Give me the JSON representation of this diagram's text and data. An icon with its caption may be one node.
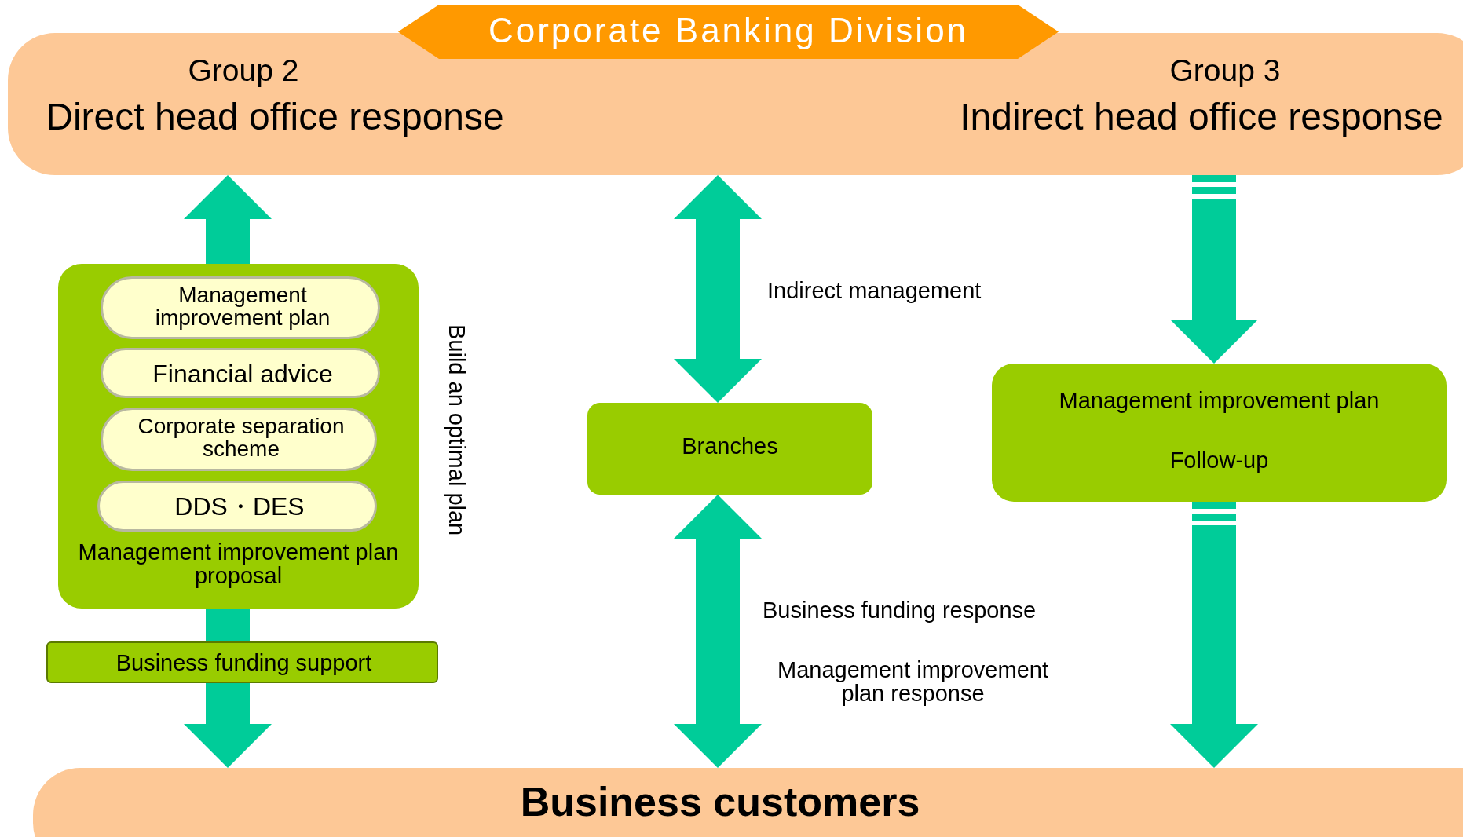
{
  "diagram": {
    "nodes": [
      {
        "text": [
          "Group 2",
          "Direct head office response",
          "Group 3",
          "Indirect head office response"
        ]
      },
      {
        "text": [
          "Corporate Banking Division"
        ]
      },
      {
        "text": [
          "Management improvement plan proposal"
        ]
      },
      {
        "text": [
          "Management improvement plan"
        ],
        "in": 2
      },
      {
        "text": [
          "Financial advice"
        ],
        "in": 2
      },
      {
        "text": [
          "Corporate separation scheme"
        ],
        "in": 2
      },
      {
        "text": [
          "DDS・DES"
        ],
        "in": 2
      },
      {
        "text": [
          "Business funding support"
        ]
      },
      {
        "text": [
          "Branches"
        ]
      },
      {
        "text": [
          "Management improvement plan",
          "Follow-up"
        ]
      },
      {
        "text": [
          "Business customers"
        ]
      }
    ],
    "edges": [
      {
        "from": 2,
        "to": 0,
        "arrow": "to"
      },
      {
        "from": 2,
        "to": 7,
        "arrow": "none"
      },
      {
        "from": 7,
        "to": 10,
        "arrow": "to"
      },
      {
        "from": 0,
        "to": 8,
        "arrow": "both",
        "label": "Indirect management"
      },
      {
        "from": 8,
        "to": 10,
        "arrow": "both",
        "label": "Business funding response"
      },
      {
        "from": 0,
        "to": 9,
        "arrow": "to",
        "style": "dashed"
      },
      {
        "from": 9,
        "to": 10,
        "arrow": "to",
        "style": "dashed"
      }
    ],
    "labels": [
      "Management improvement plan response",
      "Build an optimal plan"
    ]
  }
}
